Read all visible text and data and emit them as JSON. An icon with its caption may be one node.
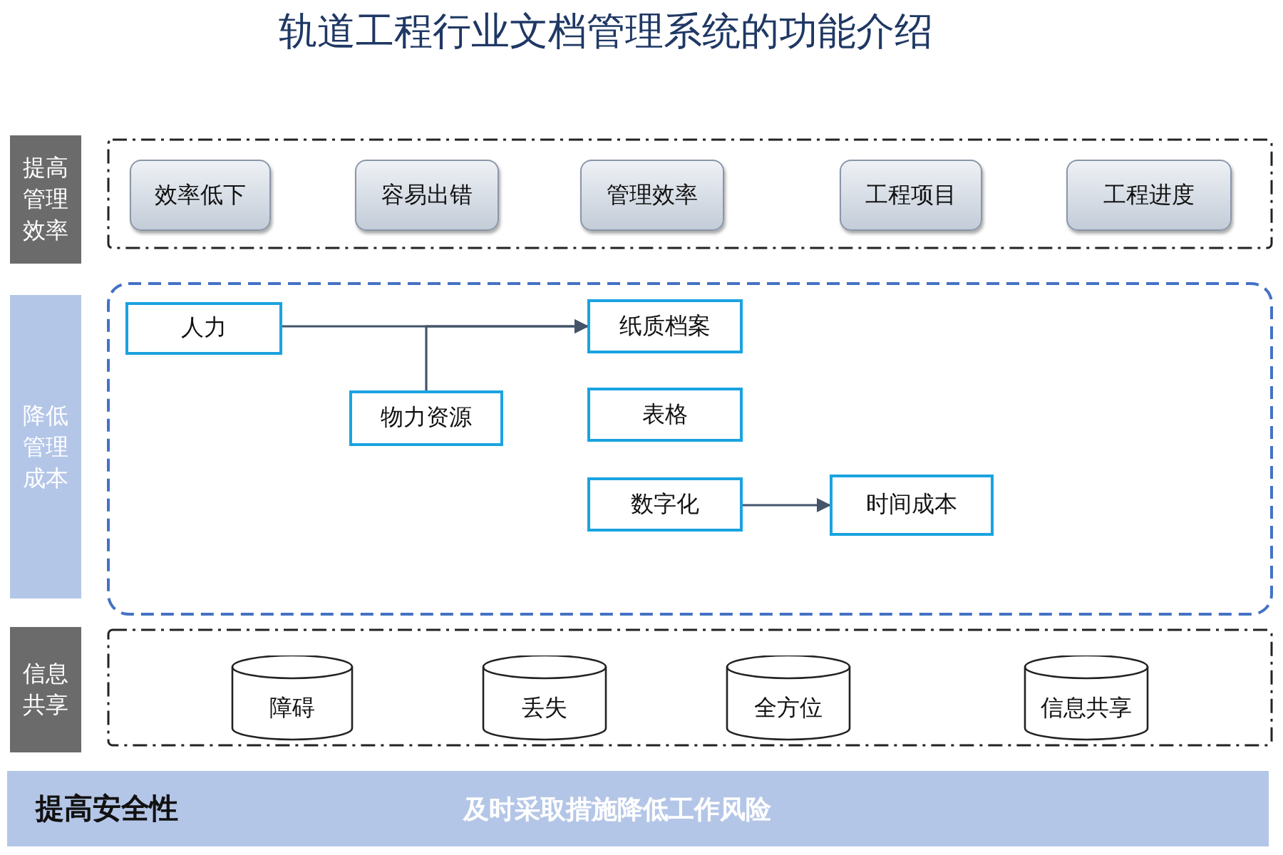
{
  "diagram": {
    "title": "轨道工程行业文档管理系统的功能介绍",
    "nodes": [
      {
        "text": [
          "提高管理效率"
        ]
      },
      {
        "text": [],
        "shape": "box"
      },
      {
        "text": [
          "效率低下"
        ],
        "in": 1
      },
      {
        "text": [
          "容易出错"
        ],
        "in": 1
      },
      {
        "text": [
          "管理效率"
        ],
        "in": 1
      },
      {
        "text": [
          "工程项目"
        ],
        "in": 1
      },
      {
        "text": [
          "工程进度"
        ],
        "in": 1
      },
      {
        "text": [
          "降低管理成本"
        ]
      },
      {
        "text": [],
        "shape": "box"
      },
      {
        "text": [
          "人力"
        ],
        "in": 8
      },
      {
        "text": [
          "物力资源"
        ],
        "in": 8
      },
      {
        "text": [
          "纸质档案"
        ],
        "in": 8
      },
      {
        "text": [
          "表格"
        ],
        "in": 8
      },
      {
        "text": [
          "数字化"
        ],
        "in": 8
      },
      {
        "text": [
          "时间成本"
        ],
        "in": 8
      },
      {
        "text": [
          "信息共享"
        ]
      },
      {
        "text": [],
        "shape": "box"
      },
      {
        "text": [
          "障碍"
        ],
        "in": 16
      },
      {
        "text": [
          "丢失"
        ],
        "in": 16
      },
      {
        "text": [
          "全方位"
        ],
        "in": 16
      },
      {
        "text": [
          "信息共享"
        ],
        "in": 16
      },
      {
        "text": [
          "提高安全性",
          "及时采取措施降低工作风险"
        ]
      }
    ],
    "edges": [
      {
        "from": 9,
        "to": 11,
        "arrow": "to"
      },
      {
        "from": 10,
        "to": 11,
        "arrow": "to"
      },
      {
        "from": 13,
        "to": 14,
        "arrow": "to"
      }
    ]
  }
}
